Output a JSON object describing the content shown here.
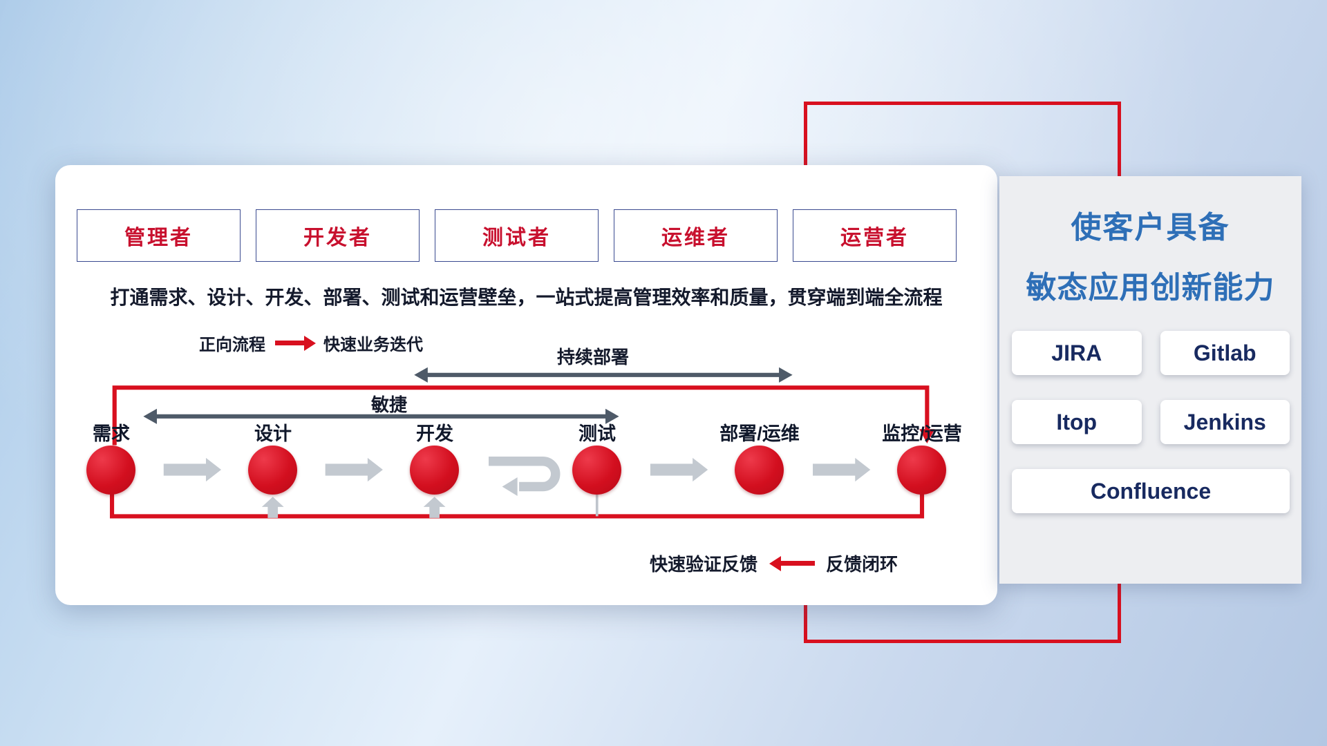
{
  "roles": [
    "管理者",
    "开发者",
    "测试者",
    "运维者",
    "运营者"
  ],
  "subtitle": "打通需求、设计、开发、部署、测试和运营壁垒，一站式提高管理效率和质量，贯穿端到端全流程",
  "legend_forward": {
    "label": "正向流程",
    "desc": "快速业务迭代"
  },
  "flow_arrows": {
    "continuous_deployment": "持续部署",
    "agile": "敏捷"
  },
  "stages": [
    "需求",
    "设计",
    "开发",
    "测试",
    "部署/运维",
    "监控/运营"
  ],
  "legend_feedback": {
    "label": "快速验证反馈",
    "desc": "反馈闭环"
  },
  "right_panel": {
    "title_line1": "使客户具备",
    "title_line2": "敏态应用创新能力",
    "tools": [
      "JIRA",
      "Gitlab",
      "Itop",
      "Jenkins",
      "Confluence"
    ]
  },
  "colors": {
    "accent_red": "#d8101f",
    "role_text_red": "#c8102e",
    "title_blue": "#2e6fb7",
    "tool_text_navy": "#182a60",
    "arrow_dark": "#4e5a68",
    "arrow_gray": "#c3c9d0"
  }
}
